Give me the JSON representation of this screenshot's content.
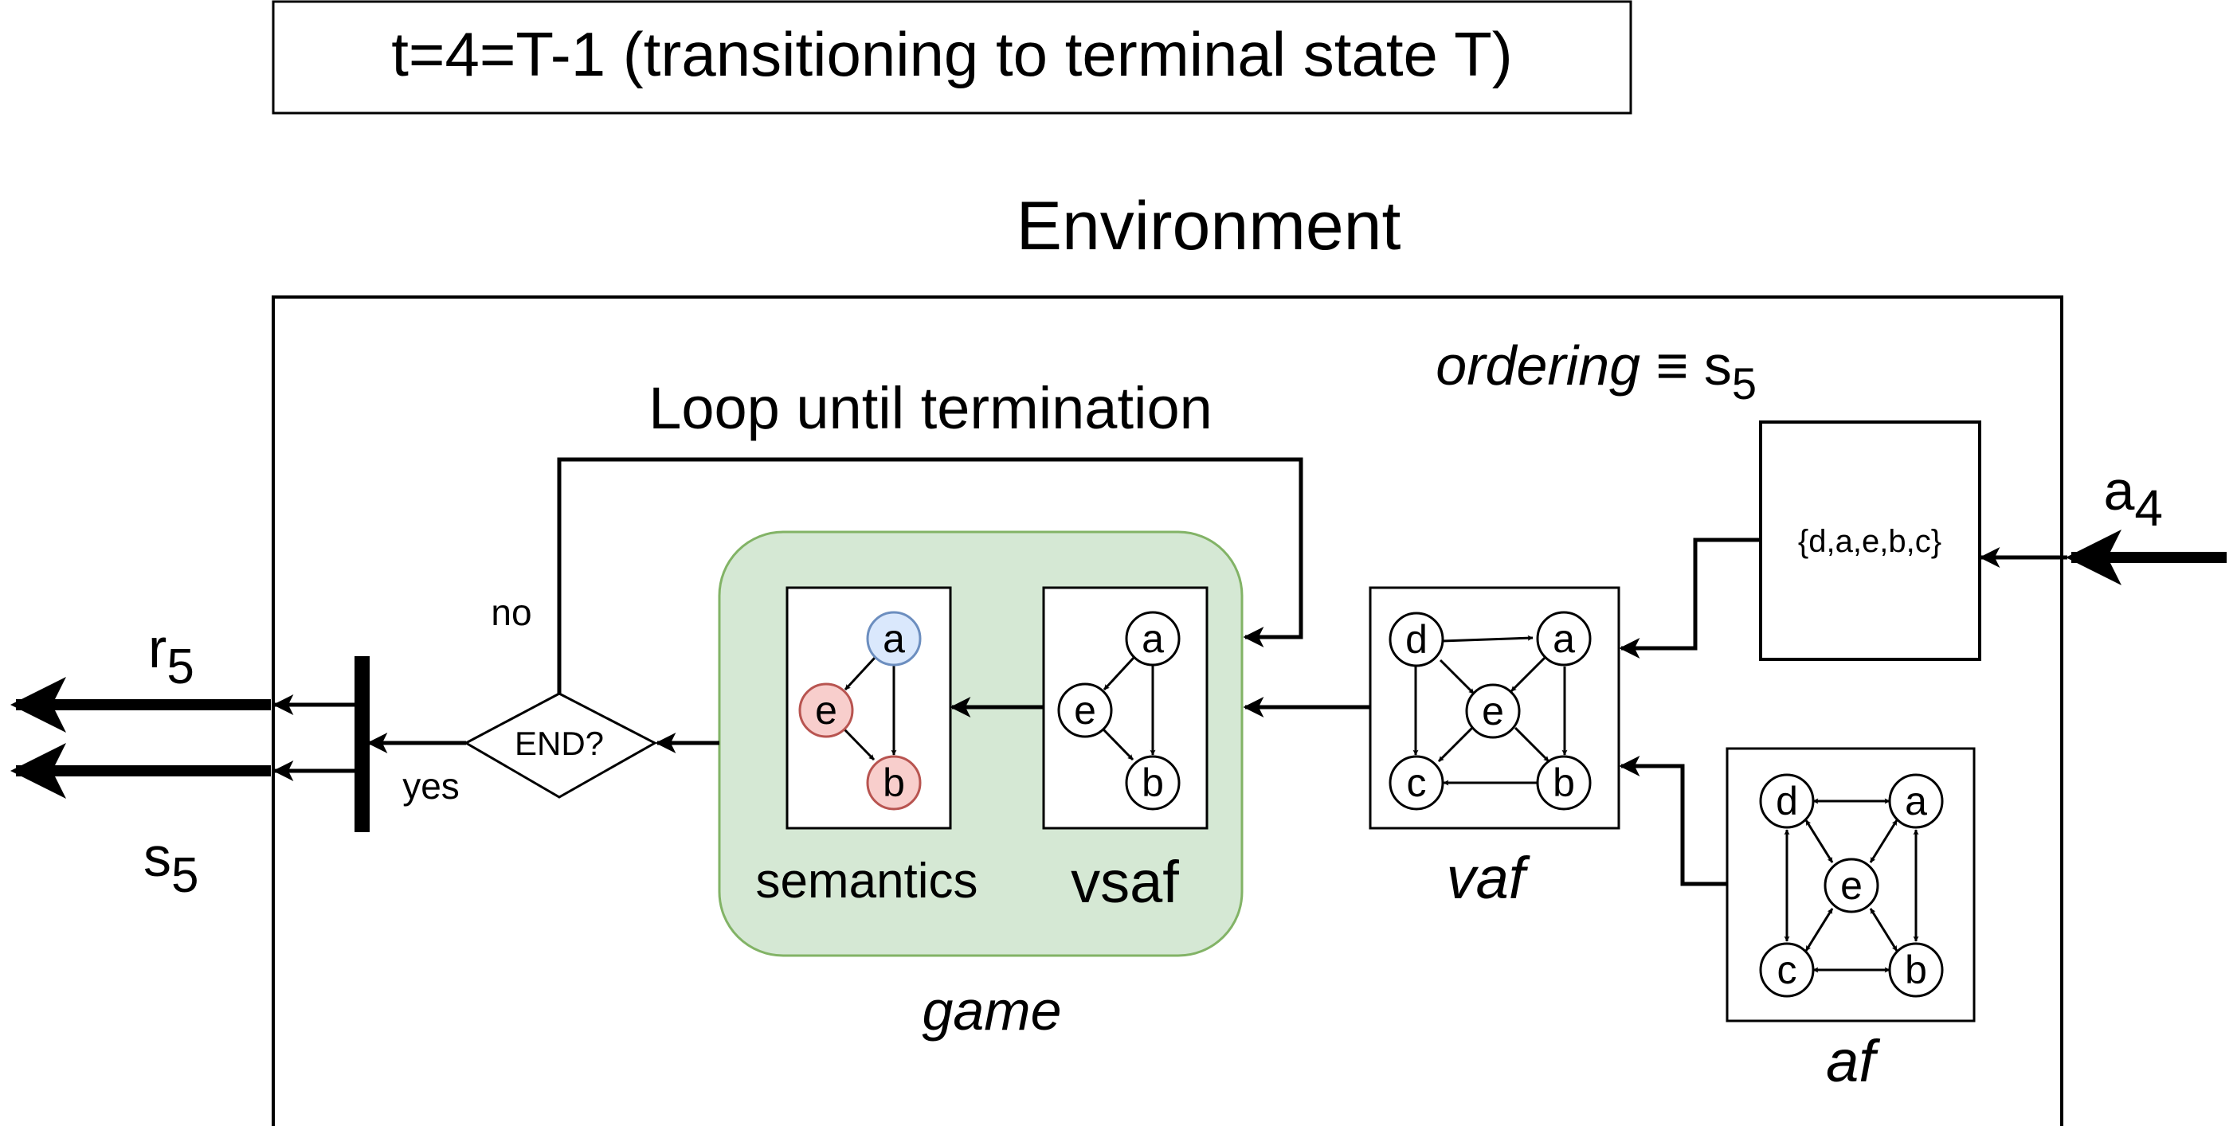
{
  "header": {
    "title": "t=4=T-1 (transitioning to terminal state T)"
  },
  "environment": {
    "title": "Environment",
    "loop_label": "Loop until termination",
    "ordering_label": "ordering",
    "ordering_equiv": " ≡ s",
    "ordering_sub": "5",
    "ordering_value": "{d,a,e,b,c}",
    "decision_label": "END?",
    "no_label": "no",
    "yes_label": "yes",
    "vaf_label": "vaf",
    "af_label": "af",
    "vsaf_label": "vsaf",
    "semantics_label": "semantics",
    "game_label": "game"
  },
  "inputs": {
    "action_main": "a",
    "action_sub": "4"
  },
  "outputs": {
    "reward_main": "r",
    "reward_sub": "5",
    "state_main": "s",
    "state_sub": "5"
  },
  "graphs": {
    "semantics": {
      "nodes": [
        "a",
        "e",
        "b"
      ]
    },
    "vsaf": {
      "nodes": [
        "a",
        "e",
        "b"
      ]
    },
    "vaf": {
      "nodes": [
        "d",
        "a",
        "e",
        "c",
        "b"
      ]
    },
    "af": {
      "nodes": [
        "d",
        "a",
        "e",
        "c",
        "b"
      ]
    }
  },
  "colors": {
    "game_fill": "#d5e8d4",
    "game_stroke": "#82b366",
    "in_fill": "#dae8fc",
    "in_stroke": "#6c8ebf",
    "out_fill": "#f8cecc",
    "out_stroke": "#b85450"
  }
}
